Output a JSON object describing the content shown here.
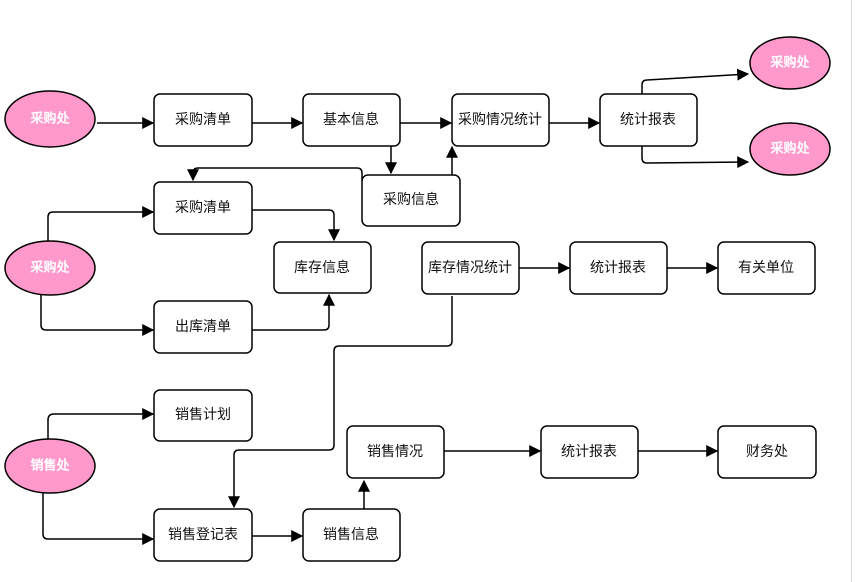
{
  "colors": {
    "ellipse_fill": "#ff99cc",
    "stroke": "#000000",
    "box_fill": "#ffffff"
  },
  "ellipses": {
    "purchase1": "采购处",
    "purchase2": "采购处",
    "sales": "销售处",
    "purchase_out1": "采购处",
    "purchase_out2": "采购处"
  },
  "boxes": {
    "purchase_list_top": "采购清单",
    "basic_info": "基本信息",
    "purchase_stats": "采购情况统计",
    "report_top": "统计报表",
    "purchase_info": "采购信息",
    "purchase_list_mid": "采购清单",
    "inventory_info": "库存信息",
    "inventory_stats": "库存情况统计",
    "report_mid": "统计报表",
    "related_unit": "有关单位",
    "outbound_list": "出库清单",
    "sales_plan": "销售计划",
    "sales_status": "销售情况",
    "report_bottom": "统计报表",
    "finance": "财务处",
    "sales_register": "销售登记表",
    "sales_info": "销售信息"
  }
}
